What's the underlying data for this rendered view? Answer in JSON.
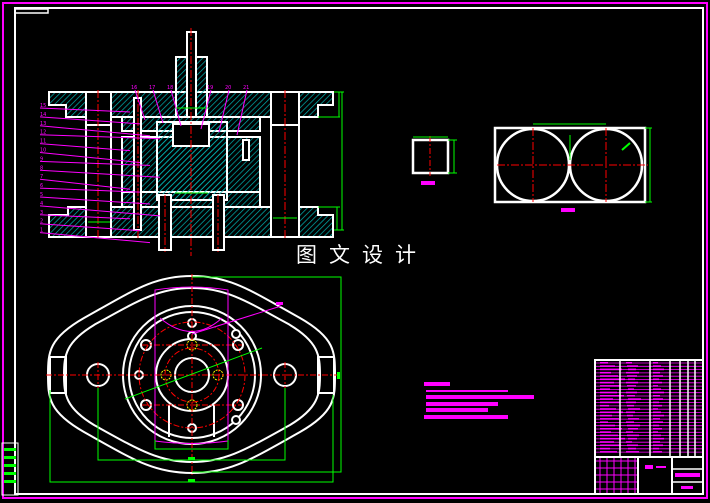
{
  "watermark": "图文设计",
  "colors": {
    "background": "#000000",
    "outline": "#ffffff",
    "border": "#ff00ff",
    "hatch": "#00c8c8",
    "centerline": "#ff0000",
    "dimension": "#00ff00",
    "hidden": "#ffff00"
  },
  "section_view": {
    "top_labels": [
      "16",
      "17",
      "18",
      "19",
      "20",
      "21"
    ],
    "left_labels": [
      "15",
      "14",
      "13",
      "12",
      "11",
      "10",
      "9",
      "8",
      "7",
      "6",
      "5",
      "4",
      "3",
      "2",
      "1"
    ]
  }
}
